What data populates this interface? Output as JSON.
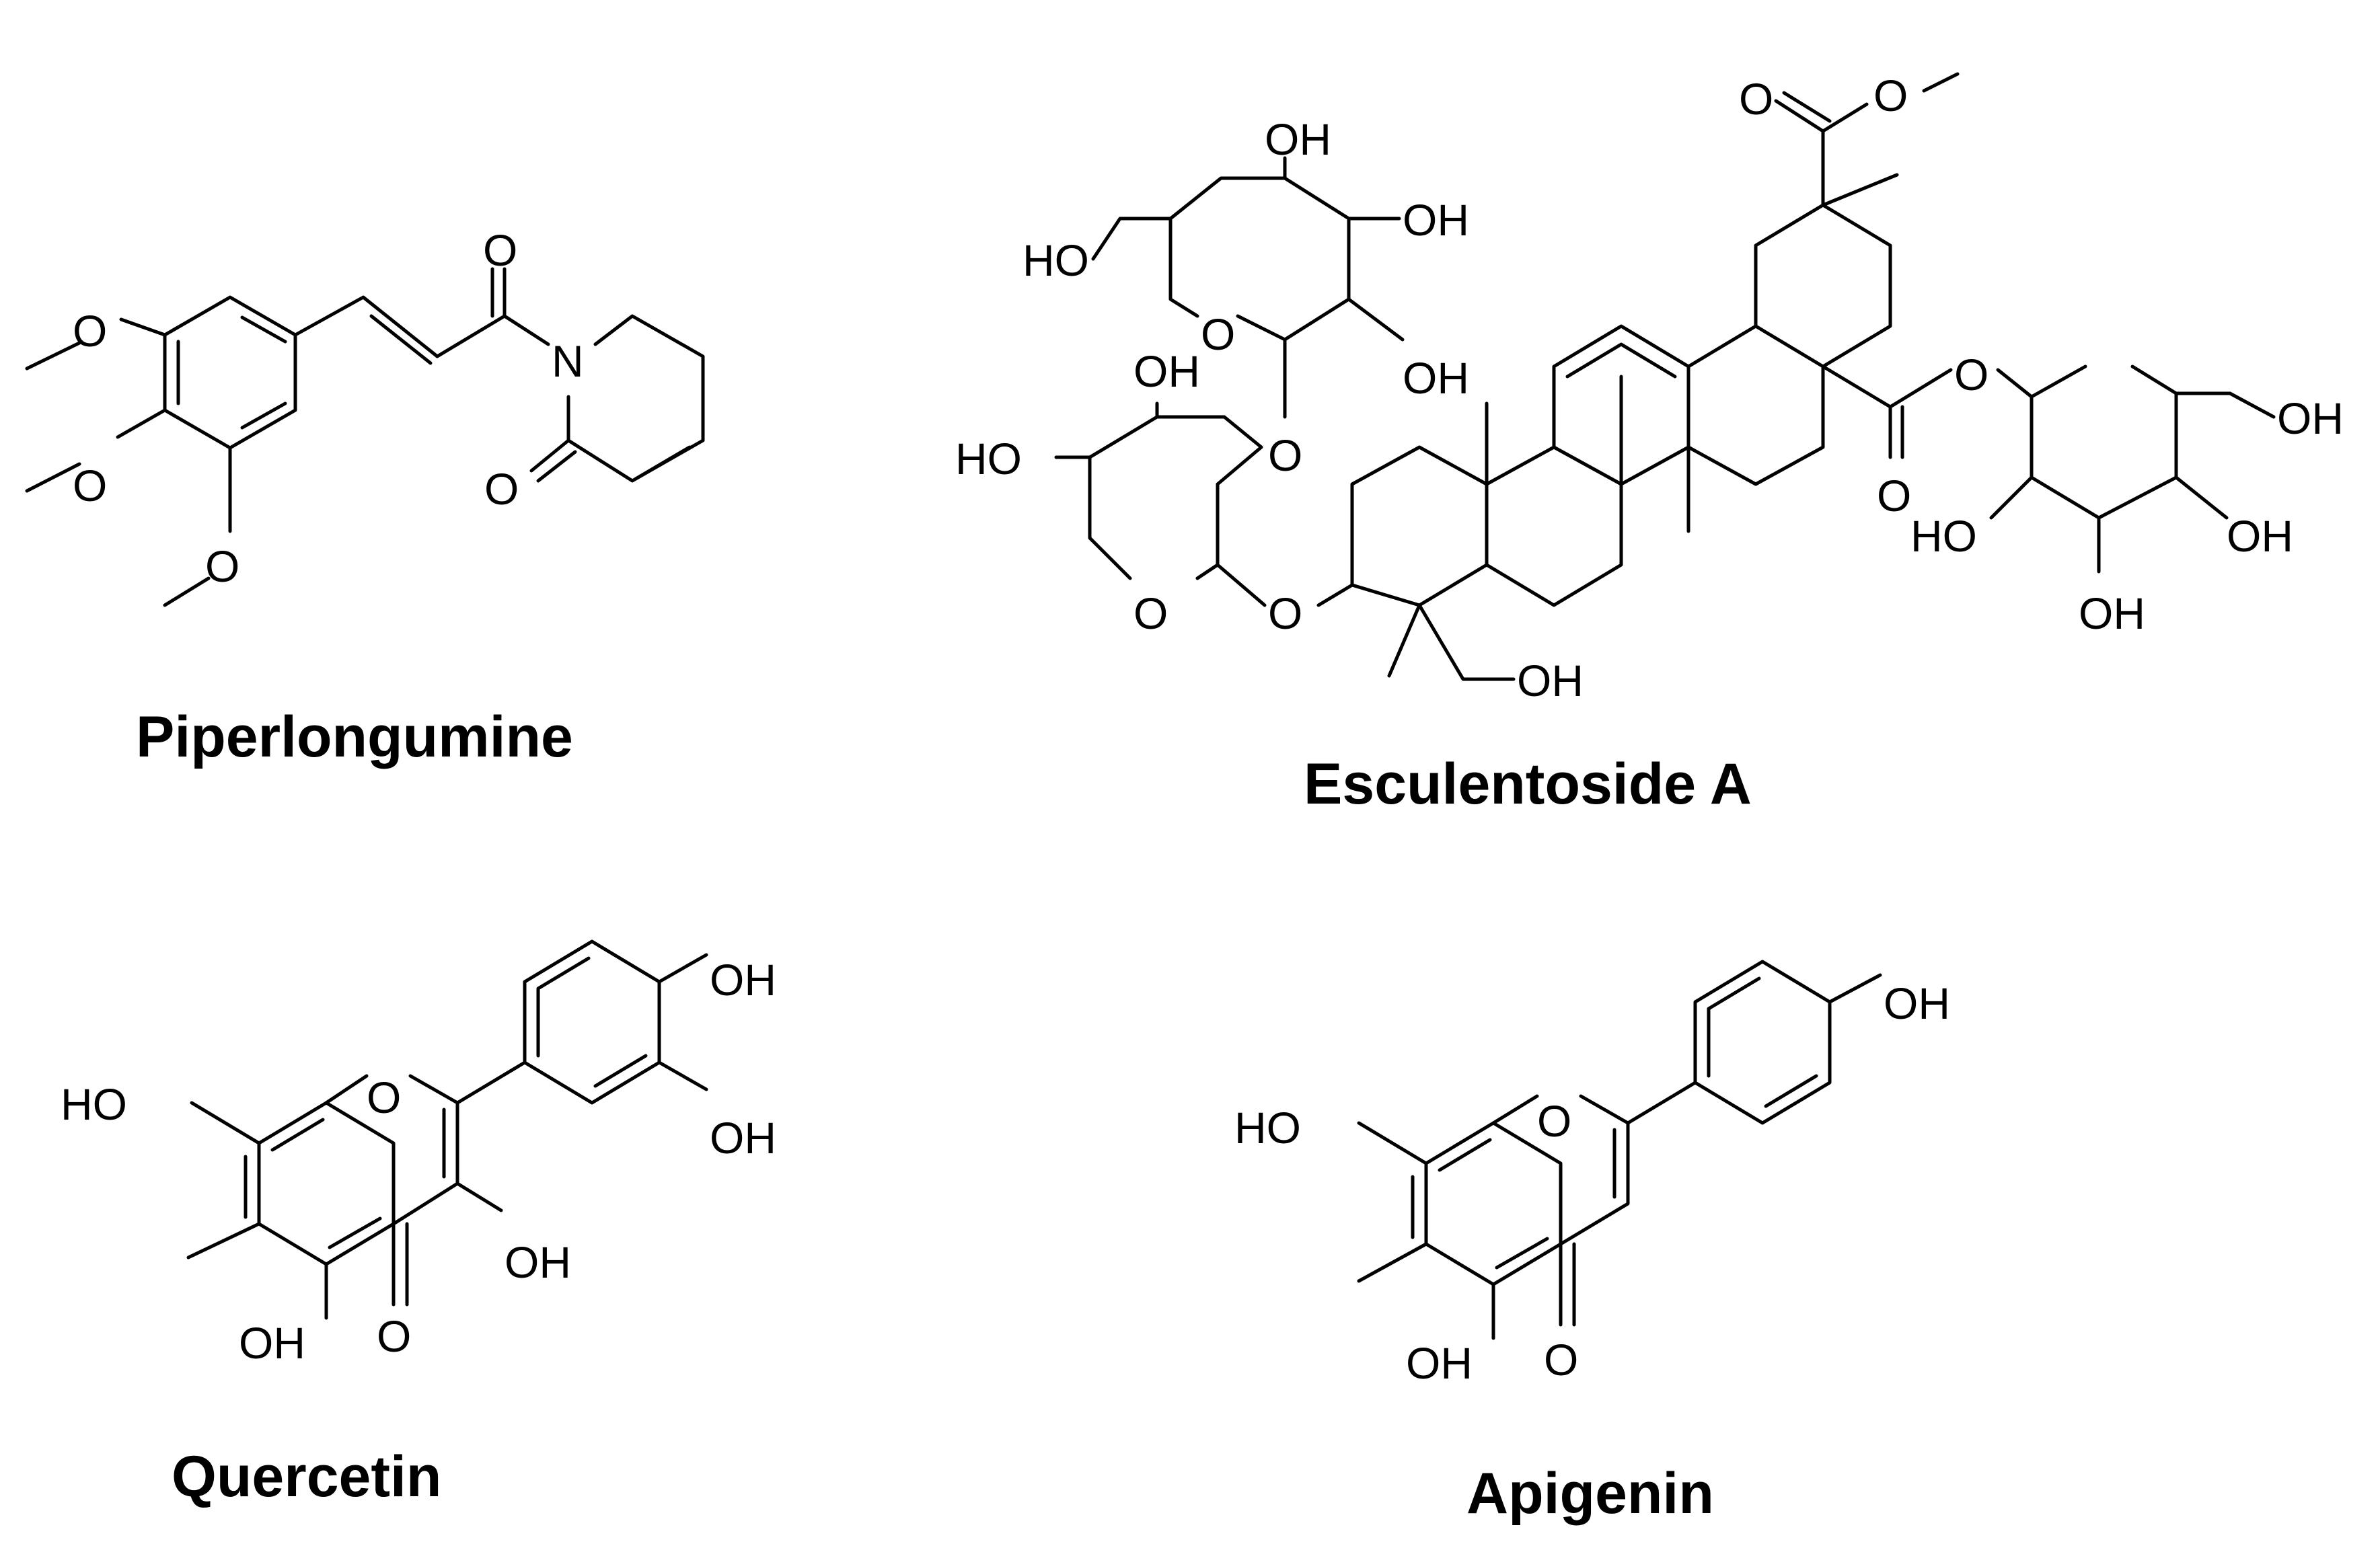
{
  "molecules": [
    {
      "id": "piperlongumine",
      "name": "Piperlongumine",
      "labels": [
        "O",
        "O",
        "O",
        "O",
        "N",
        "O"
      ]
    },
    {
      "id": "esculentoside-a",
      "name": "Esculentoside A",
      "labels": [
        "OH",
        "OH",
        "HO",
        "O",
        "OH",
        "OH",
        "HO",
        "O",
        "O",
        "O",
        "OH",
        "O",
        "O",
        "OH",
        "HO",
        "OH",
        "OH",
        "O",
        "O"
      ]
    },
    {
      "id": "quercetin",
      "name": "Quercetin",
      "labels": [
        "OH",
        "HO",
        "O",
        "OH",
        "OH",
        "OH",
        "O"
      ]
    },
    {
      "id": "apigenin",
      "name": "Apigenin",
      "labels": [
        "OH",
        "HO",
        "O",
        "OH",
        "O"
      ]
    }
  ]
}
